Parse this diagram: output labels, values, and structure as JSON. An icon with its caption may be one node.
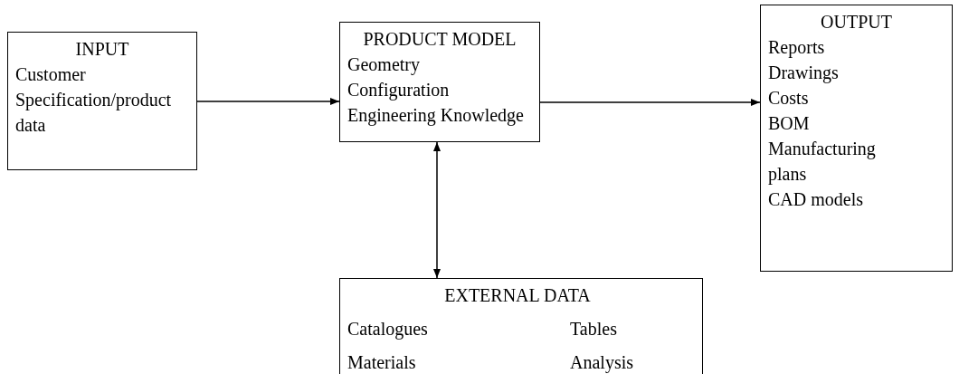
{
  "diagram": {
    "nodes": [
      {
        "text": [
          "INPUT",
          "Customer Specification/product data"
        ]
      },
      {
        "text": [
          "PRODUCT MODEL",
          "Geometry",
          "Configuration",
          "Engineering Knowledge"
        ]
      },
      {
        "text": [
          "OUTPUT",
          "Reports",
          "Drawings",
          "Costs",
          "BOM",
          "Manufacturing plans",
          "CAD models"
        ]
      },
      {
        "text": [
          "EXTERNAL DATA",
          "Catalogues",
          "Tables",
          "Materials",
          "Analysis"
        ]
      }
    ],
    "edges": [
      {
        "from": 0,
        "to": 1,
        "arrow": "to"
      },
      {
        "from": 1,
        "to": 2,
        "arrow": "to"
      },
      {
        "from": 1,
        "to": 3,
        "arrow": "both"
      }
    ]
  }
}
